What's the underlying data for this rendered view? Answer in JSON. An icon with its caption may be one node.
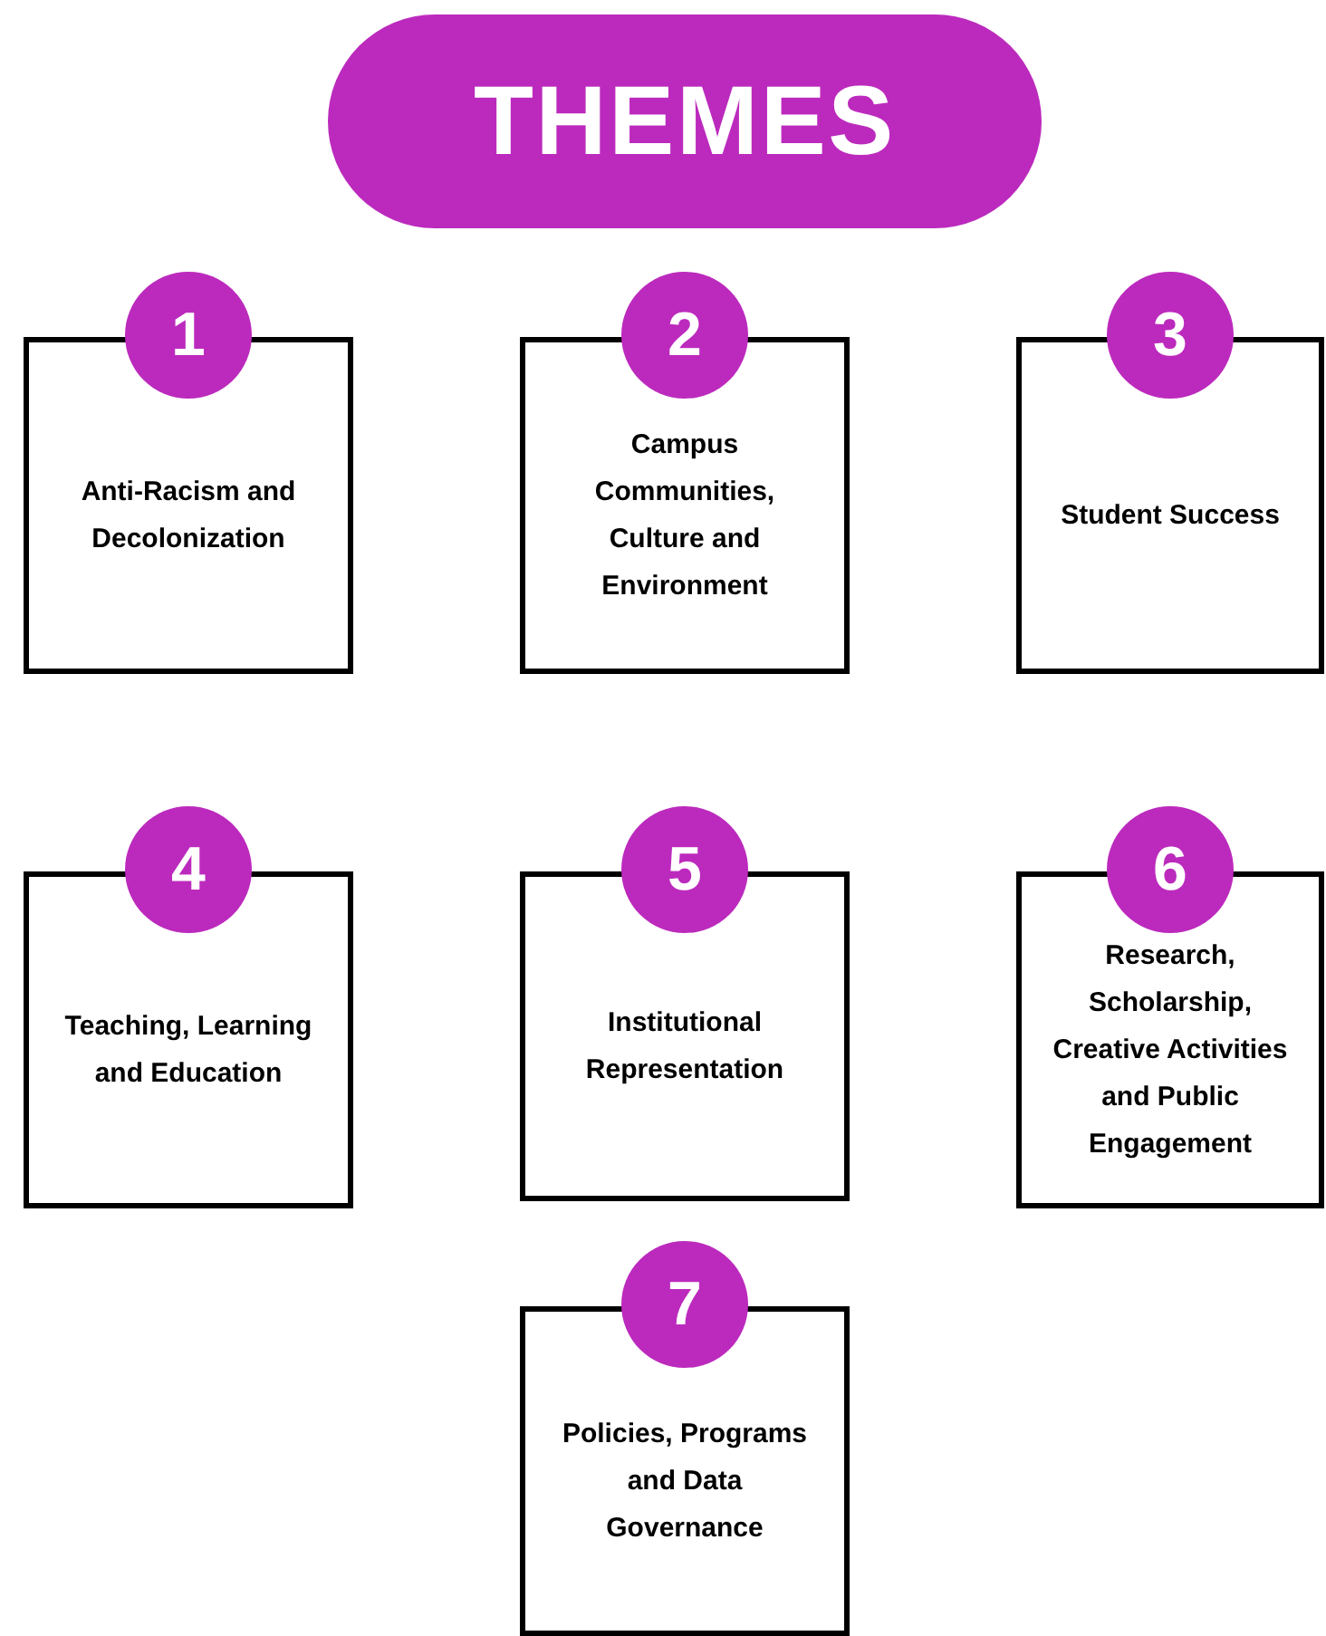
{
  "diagram": {
    "title": "THEMES",
    "nodes": [
      {
        "text": [
          "1",
          "Anti-Racism and Decolonization"
        ]
      },
      {
        "text": [
          "2",
          "Campus Communities, Culture and Environment"
        ]
      },
      {
        "text": [
          "3",
          "Student Success"
        ]
      },
      {
        "text": [
          "4",
          "Teaching, Learning and Education"
        ]
      },
      {
        "text": [
          "5",
          "Institutional Representation"
        ]
      },
      {
        "text": [
          "6",
          "Research, Scholarship, Creative Activities and Public Engagement"
        ]
      },
      {
        "text": [
          "7",
          "Policies, Programs and Data Governance"
        ]
      }
    ]
  }
}
